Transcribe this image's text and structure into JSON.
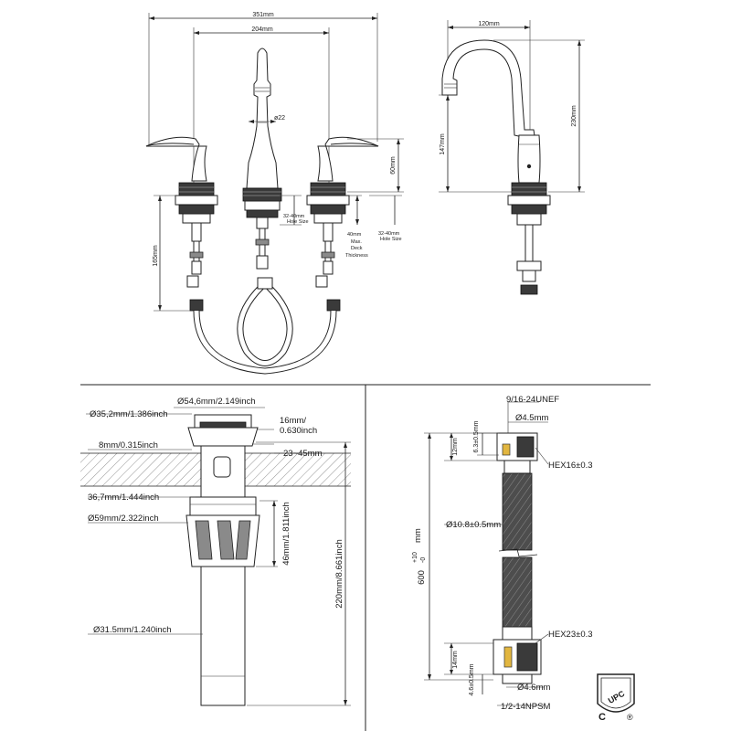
{
  "faucet_front": {
    "dim_overall_width": "351mm",
    "dim_center_spread": "204mm",
    "dim_spout_diameter": "ø22",
    "dim_handle_height": "60mm",
    "dim_supply_length": "165mm",
    "hole_size_left": "32-40mm",
    "hole_size_left_caption": "Hole Size",
    "hole_size_right": "32-40mm",
    "hole_size_right_caption": "Hole Size",
    "deck_thickness_value": "40mm",
    "deck_thickness_caption": [
      "Max.",
      "Deck",
      "Thickness"
    ]
  },
  "faucet_side": {
    "dim_reach": "120mm",
    "dim_spout_height": "147mm",
    "dim_total_height": "230mm"
  },
  "drain": {
    "cap_diameter": "Ø54,6mm/2.149inch",
    "neck_diameter": "Ø35,2mm/1.386inch",
    "flange_height": "16mm/",
    "flange_height_inch": "0.630inch",
    "lip_thickness": "8mm/0.315inch",
    "deck_range": "23~45mm",
    "body_diameter": "36,7mm/1.444inch",
    "nut_diameter": "Ø59mm/2.322inch",
    "nut_height": "46mm/1.811inch",
    "total_length": "220mm/8.661inch",
    "tail_diameter": "Ø31.5mm/1.240inch"
  },
  "hose": {
    "thread_top": "9/16-24UNEF",
    "bore_top": "Ø4.5mm",
    "nut_length_top": "12mm",
    "nut_offset_top": "6.3±0.5mm",
    "hex_top": "HEX16±0.3",
    "hose_diameter": "Ø10.8±0.5mm",
    "length": "600",
    "length_tol_plus": "+10",
    "length_tol_minus": "-0",
    "length_unit": "mm",
    "hex_bottom": "HEX23±0.3",
    "nut_length_bottom": "14mm",
    "nut_offset_bottom": "4.6±0.5mm",
    "bore_bottom": "Ø4.6mm",
    "thread_bottom": "1/2-14NPSM",
    "cert_mark": "UPC",
    "cert_letter": "C",
    "cert_registered": "®"
  }
}
